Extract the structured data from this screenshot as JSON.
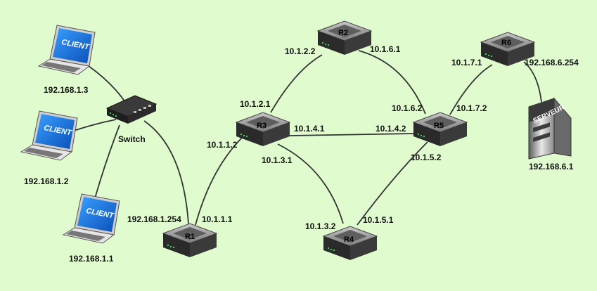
{
  "colors": {
    "background": "#e0fccf",
    "link": "#333333",
    "router_top": "#9a9a9a",
    "router_body": "#2a2a2a"
  },
  "clients": [
    {
      "screen_text": "CLIENT",
      "ip": "192.168.1.3"
    },
    {
      "screen_text": "CLIENT",
      "ip": "192.168.1.2"
    },
    {
      "screen_text": "CLIENT",
      "ip": "192.168.1.1"
    }
  ],
  "switch": {
    "label": "Switch"
  },
  "server": {
    "label": "SERVEUR",
    "ip": "192.168.6.1"
  },
  "routers": [
    {
      "name": "R1"
    },
    {
      "name": "R2"
    },
    {
      "name": "R3"
    },
    {
      "name": "R4"
    },
    {
      "name": "R5"
    },
    {
      "name": "R6"
    }
  ],
  "interfaces": {
    "r1_lan": "192.168.1.254",
    "r1_r3": "10.1.1.1",
    "r3_r1": "10.1.1.2",
    "r3_r2": "10.1.2.1",
    "r2_r3": "10.1.2.2",
    "r2_r5": "10.1.6.1",
    "r5_r2": "10.1.6.2",
    "r3_r5": "10.1.4.1",
    "r5_r3": "10.1.4.2",
    "r3_r4": "10.1.3.1",
    "r4_r3": "10.1.3.2",
    "r4_r5": "10.1.5.1",
    "r5_r4": "10.1.5.2",
    "r5_r6": "10.1.7.2",
    "r6_r5": "10.1.7.1",
    "r6_srv": "192.168.6.254"
  }
}
